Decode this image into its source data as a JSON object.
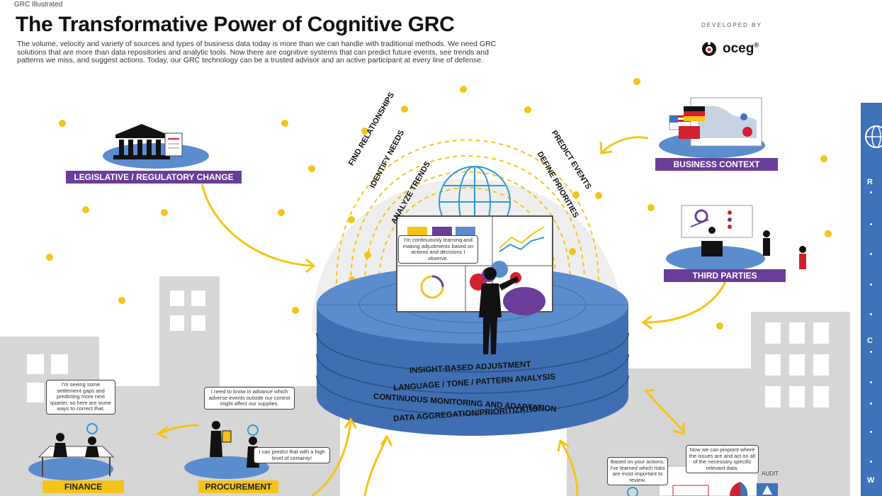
{
  "header": {
    "kicker": "GRC Illustrated",
    "title": "The Transformative Power of Cognitive GRC",
    "intro": "The volume, velocity and variety of sources and types of business data today is more than we can handle with traditional methods. We need GRC solutions that are more than data repositories and analytic tools. Now there are cognitive systems that can predict future events, see trends and patterns we miss, and suggest actions. Today, our GRC technology can be a trusted advisor and an active participant at every line of defense.",
    "developed_by": "DEVELOPED BY",
    "logo_text": "oceg"
  },
  "labels": {
    "legislative": "LEGISLATIVE / REGULATORY CHANGE",
    "business_context": "BUSINESS CONTEXT",
    "third_parties": "THIRD PARTIES",
    "finance": "FINANCE",
    "procurement": "PROCUREMENT",
    "audit": "AUDIT"
  },
  "arc_labels": {
    "find_relationships": "FIND RELATIONSHIPS",
    "identify_needs": "IDENTIFY NEEDS",
    "analyze_trends": "ANALYZE TRENDS",
    "predict_events": "PREDICT EVENTS",
    "define_priorities": "DEFINE PRIORITIES"
  },
  "platform_layers": [
    "INSIGHT-BASED ADJUSTMENT",
    "LANGUAGE / TONE / PATTERN ANALYSIS",
    "CONTINUOUS MONITORING AND ADAPTATION",
    "DATA AGGREGATION/PRIORITIZATION"
  ],
  "bubbles": {
    "screen": "I'm continuously learning and making adjustments based on actions and decisions I observe.",
    "finance": "I'm seeing some settlement gaps and predicting more next quarter, so here are some ways to correct that.",
    "procurement": "I need to know in advance which adverse events outside our control might affect our supplies.",
    "procurement_reply": "I can predict that with a high level of certainty!",
    "audit_left": "Based on your actions, I've learned which risks are most important to review.",
    "audit_right": "Now we can pinpoint where the issues are and act on all of the necessary specific relevant data."
  },
  "sidebar": {
    "letters": [
      "R",
      "C",
      "W"
    ]
  },
  "colors": {
    "purple": "#6a3d99",
    "yellow": "#f5c418",
    "blue": "#3f72b8",
    "platform": "#4f7fc0",
    "building": "#d6d6d6"
  }
}
